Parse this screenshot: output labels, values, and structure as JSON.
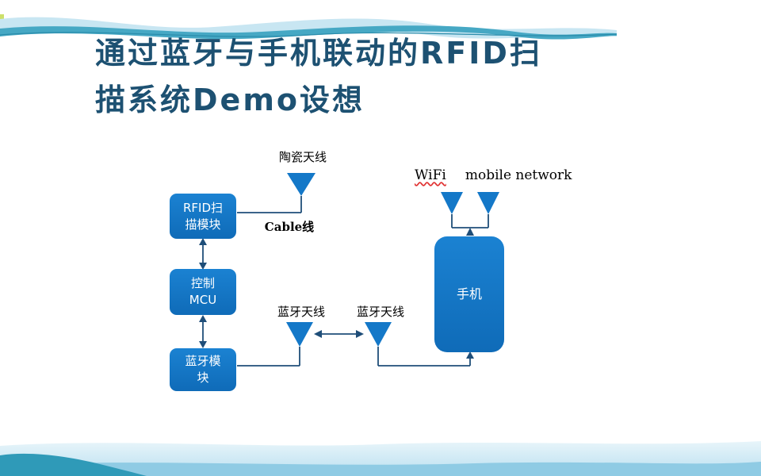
{
  "slide": {
    "title": "通过蓝牙与手机联动的RFID扫\n描系统Demo设想"
  },
  "diagram": {
    "ceramic_antenna_label": "陶瓷天线",
    "wifi_label": "WiFi",
    "mobile_network_label": "mobile network",
    "cable_label": "Cable线",
    "rfid_module_box": "RFID扫\n描模块",
    "mcu_box": "控制\nMCU",
    "bluetooth_module_box": "蓝牙模\n块",
    "bluetooth_antenna_left_label": "蓝牙天线",
    "bluetooth_antenna_right_label": "蓝牙天线",
    "phone_box": "手机"
  },
  "colors": {
    "box_blue": "#1478c8",
    "connector_navy": "#1f4e79",
    "title_color": "#1d5172",
    "spellcheck_red": "#e03131",
    "wave_teal": "#46a8c4",
    "wave_light_blue": "#c8e6f2"
  }
}
